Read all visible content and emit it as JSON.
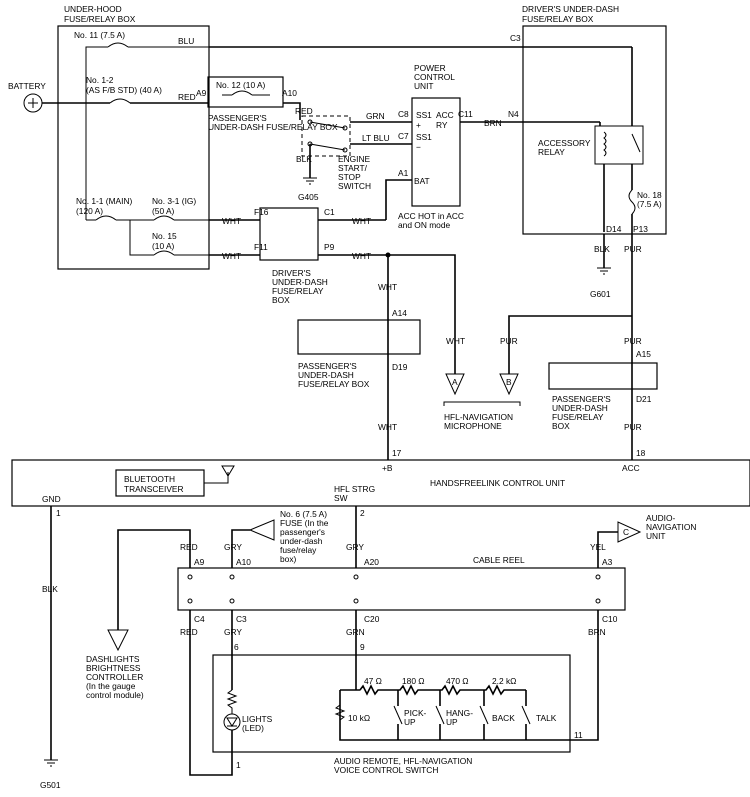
{
  "boxes": {
    "underhood": [
      "UNDER-HOOD",
      "FUSE/RELAY BOX"
    ],
    "drivers_top": [
      "DRIVER'S UNDER-DASH",
      "FUSE/RELAY BOX"
    ],
    "drivers_mid": [
      "DRIVER'S",
      "UNDER-DASH",
      "FUSE/RELAY",
      "BOX"
    ],
    "passenger_a10": [
      "PASSENGER'S",
      "UNDER-DASH FUSE/RELAY BOX"
    ],
    "passenger_mid": [
      "PASSENGER'S",
      "UNDER-DASH",
      "FUSE/RELAY BOX"
    ],
    "passenger_right": [
      "PASSENGER'S",
      "UNDER-DASH",
      "FUSE/RELAY",
      "BOX"
    ],
    "pcu": [
      "POWER",
      "CONTROL",
      "UNIT"
    ],
    "acc_note": [
      "ACC HOT in ACC",
      "and ON mode"
    ],
    "accessory_relay": [
      "ACCESSORY",
      "RELAY"
    ],
    "engine_switch": [
      "ENGINE",
      "START/",
      "STOP",
      "SWITCH"
    ],
    "hfl_unit": "HANDSFREELINK CONTROL UNIT",
    "bluetooth": [
      "BLUETOOTH",
      "TRANSCEIVER"
    ],
    "cable_reel": "CABLE REEL",
    "audio_remote": [
      "AUDIO REMOTE, HFL-NAVIGATION",
      "VOICE CONTROL SWITCH"
    ],
    "microphone": [
      "HFL-NAVIGATION",
      "MICROPHONE"
    ],
    "audio_nav": [
      "AUDIO-",
      "NAVIGATION",
      "UNIT"
    ],
    "dashlights": [
      "DASHLIGHTS",
      "BRIGHTNESS",
      "CONTROLLER",
      "(In the gauge",
      "control module)"
    ],
    "fuse6_note": [
      "No. 6 (7.5 A)",
      "FUSE (In the",
      "passenger's",
      "under-dash",
      "fuse/relay",
      "box)"
    ],
    "hfl_strg": [
      "HFL STRG",
      "SW"
    ],
    "lights": [
      "LIGHTS",
      "(LED)"
    ]
  },
  "battery": "BATTERY",
  "fuses": {
    "f11": "No. 11 (7.5 A)",
    "f12_a": "No. 1-2",
    "f12_b": "(AS F/B STD) (40 A)",
    "f11main_a": "No. 1-1 (MAIN)",
    "f11main_b": "(120 A)",
    "f31_a": "No. 3-1 (IG)",
    "f31_b": "(50 A)",
    "f15_a": "No. 15",
    "f15_b": "(10 A)",
    "f12p": "No. 12 (10 A)",
    "f18_a": "No. 18",
    "f18_b": "(7.5 A)"
  },
  "wire_colors": {
    "blu": "BLU",
    "red": "RED",
    "grn": "GRN",
    "ltblu": "LT BLU",
    "blk": "BLK",
    "brn": "BRN",
    "wht": "WHT",
    "pur": "PUR",
    "gry": "GRY",
    "yel": "YEL"
  },
  "terminals": {
    "c3": "C3",
    "a9": "A9",
    "a10": "A10",
    "c8": "C8",
    "c7": "C7",
    "c11": "C11",
    "n4": "N4",
    "a1": "A1",
    "f16": "F16",
    "c1": "C1",
    "f11": "F11",
    "p9": "P9",
    "d14": "D14",
    "p13": "P13",
    "a14": "A14",
    "d19": "D19",
    "a15": "A15",
    "d21": "D21",
    "a20": "A20",
    "a3": "A3",
    "c4": "C4",
    "c20": "C20",
    "c10": "C10",
    "pcu_ss1p": "SS1",
    "pcu_plus": "+",
    "pcu_ss1m": "SS1",
    "pcu_minus": "−",
    "pcu_acc": "ACC",
    "pcu_ry": "RY",
    "pcu_bat": "BAT",
    "pin17": "17",
    "pin18": "18",
    "pin_b": "+B",
    "pin_acc": "ACC",
    "gnd": "GND",
    "pin1": "1",
    "pin2": "2",
    "pin6": "6",
    "pin9": "9",
    "pin11": "11",
    "pin1b": "1"
  },
  "grounds": {
    "g405": "G405",
    "g601": "G601",
    "g501": "G501"
  },
  "connectors": {
    "a": "A",
    "b": "B",
    "c": "C"
  },
  "resistors": {
    "r47": "47 Ω",
    "r180": "180 Ω",
    "r470": "470 Ω",
    "r22k": "2.2 kΩ",
    "r10k": "10 kΩ"
  },
  "switches": {
    "pickup": [
      "PICK-",
      "UP"
    ],
    "hangup": [
      "HANG-",
      "UP"
    ],
    "back": "BACK",
    "talk": "TALK"
  }
}
